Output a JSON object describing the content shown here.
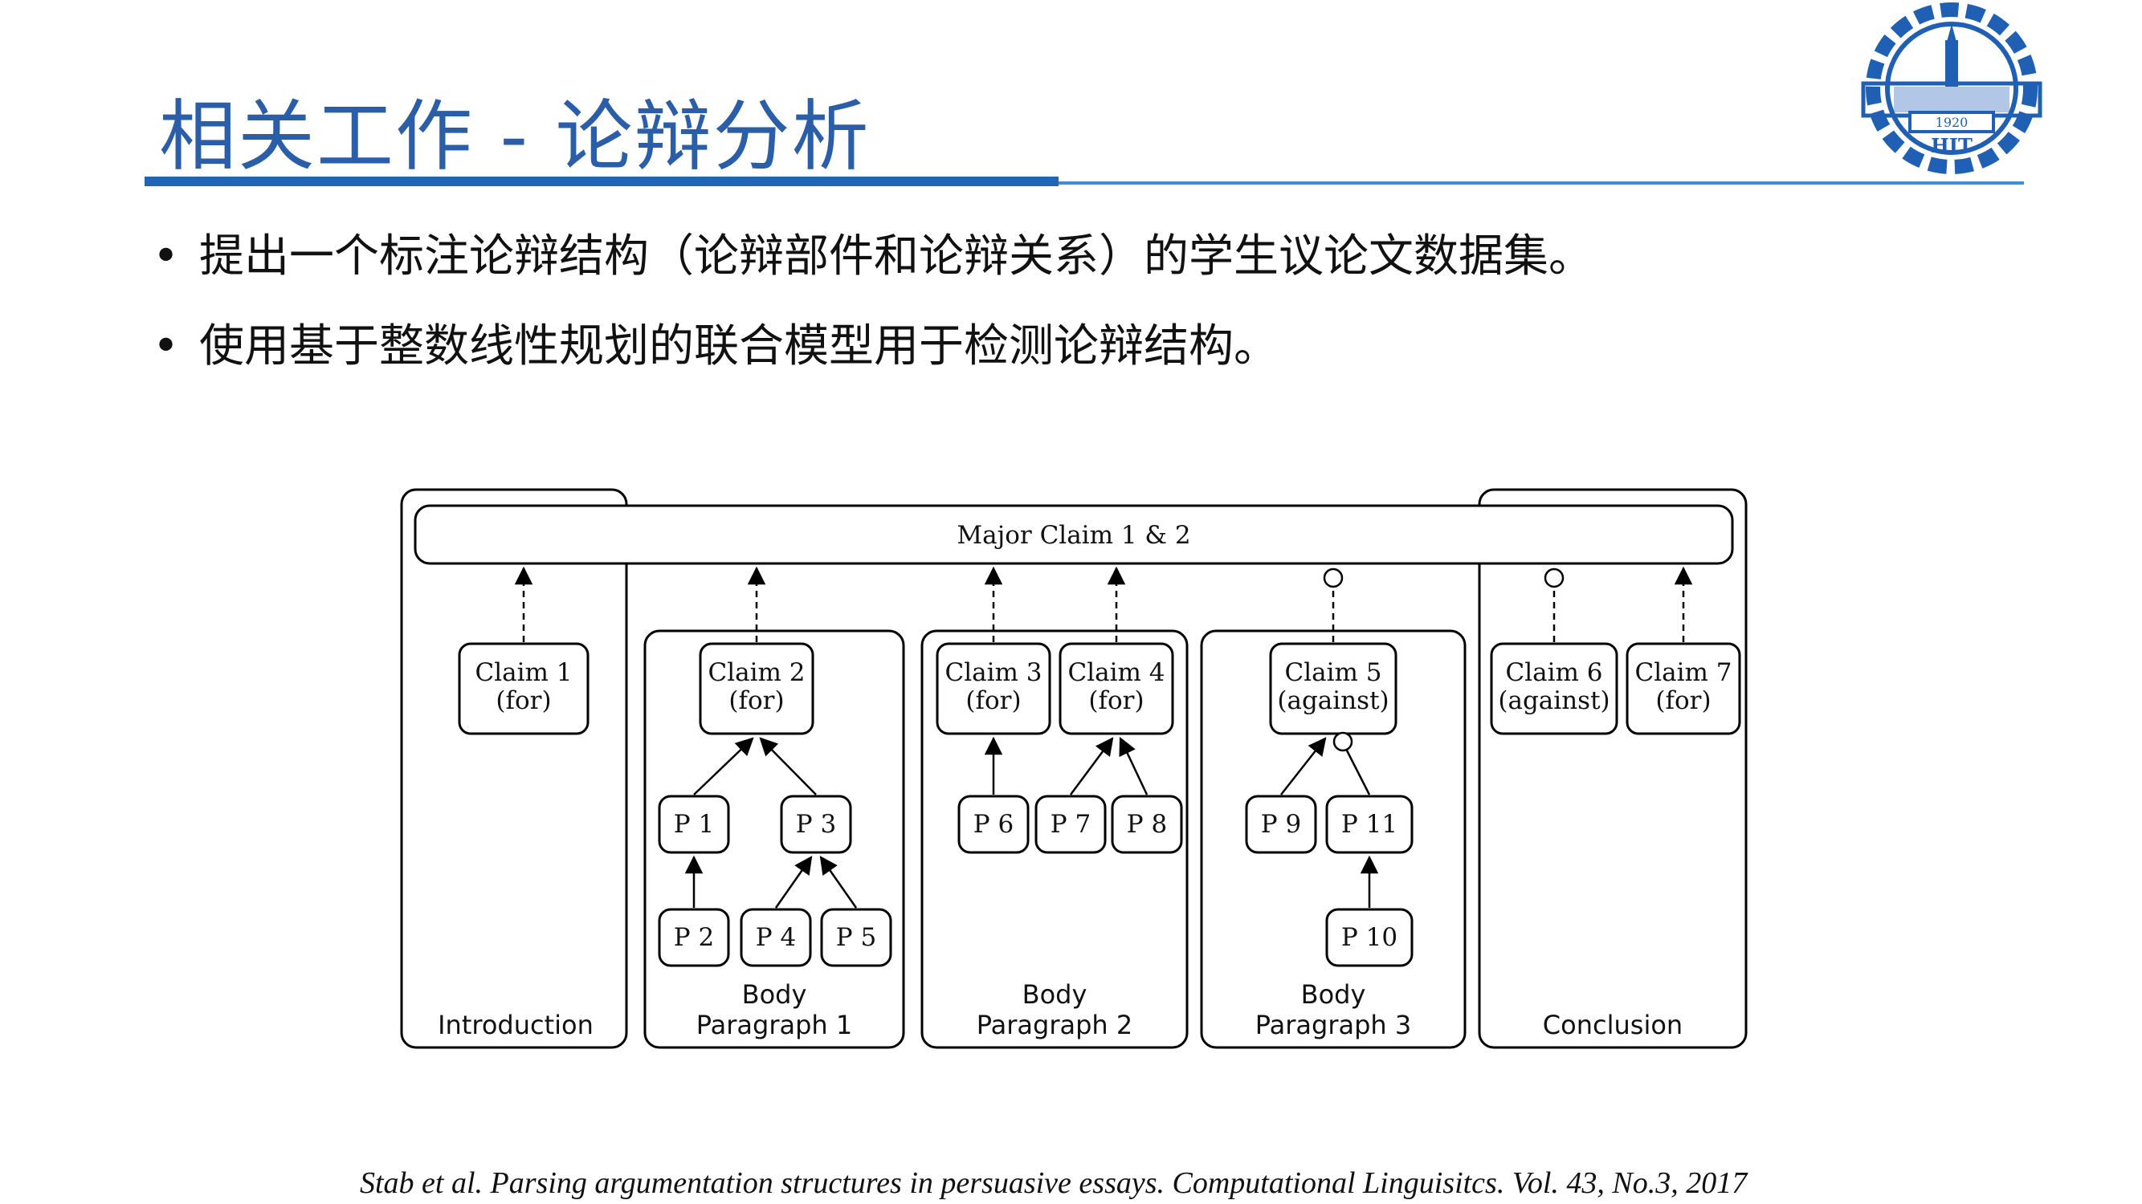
{
  "slide": {
    "title": "相关工作 - 论辩分析",
    "bullets": [
      "提出一个标注论辩结构（论辩部件和论辩关系）的学生议论文数据集。",
      "使用基于整数线性规划的联合模型用于检测论辩结构。"
    ],
    "citation": "Stab et al. Parsing argumentation structures in persuasive essays. Computational Linguisitcs. Vol. 43, No.3, 2017",
    "logo": {
      "year": "1920",
      "text": "HIT"
    },
    "colors": {
      "title": "#2a5ea8",
      "rule_dark": "#1f66b8",
      "rule_light": "#3f8fd6",
      "logo": "#1f5fb4"
    }
  },
  "diagram": {
    "major_claim": "Major Claim 1 & 2",
    "sections": {
      "introduction": [
        "Introduction"
      ],
      "body1": [
        "Body",
        "Paragraph 1"
      ],
      "body2": [
        "Body",
        "Paragraph 2"
      ],
      "body3": [
        "Body",
        "Paragraph 3"
      ],
      "conclusion": [
        "Conclusion"
      ]
    },
    "claims": {
      "c1": [
        "Claim 1",
        "(for)"
      ],
      "c2": [
        "Claim 2",
        "(for)"
      ],
      "c3": [
        "Claim 3",
        "(for)"
      ],
      "c4": [
        "Claim 4",
        "(for)"
      ],
      "c5": [
        "Claim 5",
        "(against)"
      ],
      "c6": [
        "Claim 6",
        "(against)"
      ],
      "c7": [
        "Claim 7",
        "(for)"
      ]
    },
    "premises": {
      "p1": "P 1",
      "p2": "P 2",
      "p3": "P 3",
      "p4": "P 4",
      "p5": "P 5",
      "p6": "P 6",
      "p7": "P 7",
      "p8": "P 8",
      "p9": "P 9",
      "p10": "P 10",
      "p11": "P 11"
    },
    "relations": {
      "support_arrow": "filled-arrowhead",
      "attack_marker": "open-circle"
    }
  }
}
